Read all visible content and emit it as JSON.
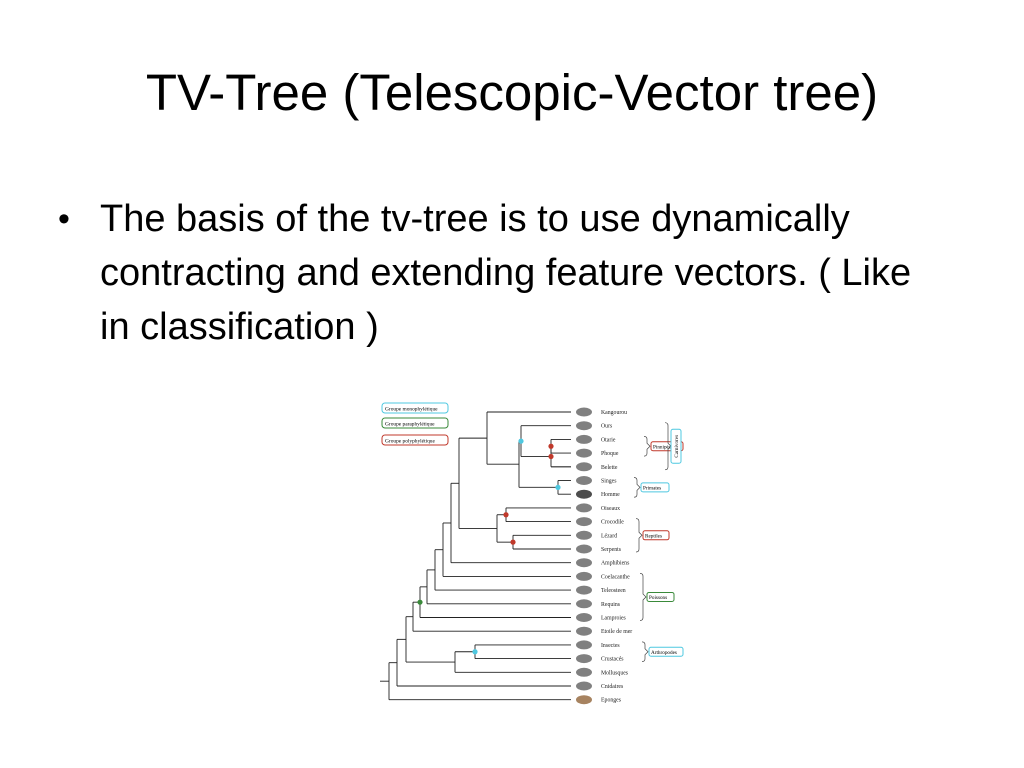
{
  "slide": {
    "title": "TV-Tree (Telescopic-Vector tree)",
    "bullet": "The basis of the tv-tree is to use dynamically contracting and extending feature vectors. ( Like in classification )"
  },
  "tree": {
    "legend": [
      {
        "label": "Groupe monophylétique",
        "color": "#4fc8e0"
      },
      {
        "label": "Groupe paraphylétique",
        "color": "#3a8a3a"
      },
      {
        "label": "Groupe polyphylétique",
        "color": "#c0392b"
      }
    ],
    "taxa": [
      "Kangourou",
      "Ours",
      "Otarie",
      "Phoque",
      "Belette",
      "Singes",
      "Homme",
      "Oiseaux",
      "Crocodile",
      "Lézard",
      "Serpents",
      "Amphibiens",
      "Coelacanthe",
      "Teleosteen",
      "Requins",
      "Lamproies",
      "Etoile de mer",
      "Insectes",
      "Crustacés",
      "Mollusques",
      "Cnidaires",
      "Eponges"
    ],
    "groups": [
      {
        "label": "Pinnipèdes",
        "color": "#c0392b"
      },
      {
        "label": "Carnivores",
        "color": "#4fc8e0"
      },
      {
        "label": "Primates",
        "color": "#4fc8e0"
      },
      {
        "label": "Reptiles",
        "color": "#c0392b"
      },
      {
        "label": "Poissons",
        "color": "#3a8a3a"
      },
      {
        "label": "Arthropodes",
        "color": "#4fc8e0"
      }
    ]
  }
}
